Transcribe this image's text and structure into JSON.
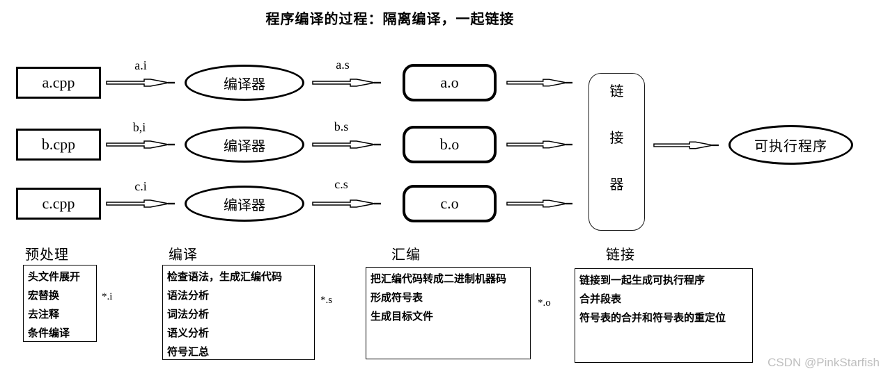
{
  "title": "程序编译的过程：隔离编译，一起链接",
  "flow": {
    "rows": [
      {
        "source": "a.cpp",
        "arrow1_label": "a.i",
        "compiler": "编译器",
        "arrow2_label": "a.s",
        "object": "a.o"
      },
      {
        "source": "b.cpp",
        "arrow1_label": "b,i",
        "compiler": "编译器",
        "arrow2_label": "b.s",
        "object": "b.o"
      },
      {
        "source": "c.cpp",
        "arrow1_label": "c.i",
        "compiler": "编译器",
        "arrow2_label": "c.s",
        "object": "c.o"
      }
    ],
    "linker": {
      "chars": [
        "链",
        "接",
        "器"
      ]
    },
    "executable": "可执行程序"
  },
  "stages": [
    {
      "heading": "预处理",
      "items": [
        "头文件展开",
        "宏替换",
        "去注释",
        "条件编译"
      ],
      "output": "*.i"
    },
    {
      "heading": "编译",
      "items": [
        "检查语法，生成汇编代码",
        "语法分析",
        "词法分析",
        "语义分析",
        "符号汇总"
      ],
      "output": "*.s"
    },
    {
      "heading": "汇编",
      "items": [
        "把汇编代码转成二进制机器码",
        "形成符号表",
        "生成目标文件"
      ],
      "output": "*.o"
    },
    {
      "heading": "链接",
      "items": [
        "链接到一起生成可执行程序",
        "合并段表",
        "符号表的合并和符号表的重定位"
      ],
      "output": ""
    }
  ],
  "watermark": "CSDN @PinkStarfish",
  "colors": {
    "ink": "#000000",
    "background": "#ffffff",
    "watermark": "#bfbfbf"
  }
}
